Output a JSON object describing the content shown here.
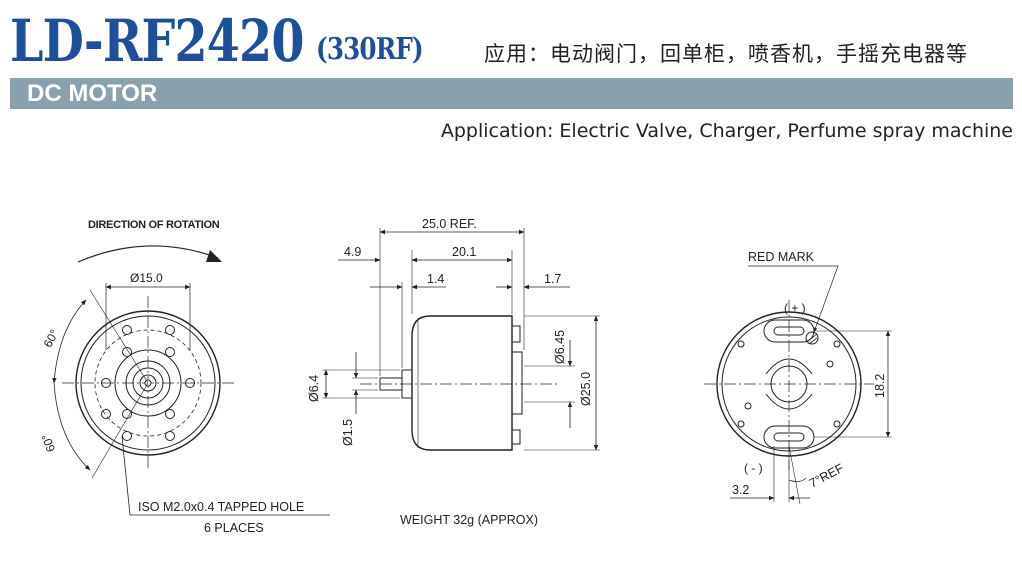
{
  "header": {
    "model": "LD-RF2420",
    "model_sub": "(330RF)",
    "application_cn": "应用：电动阀门，回单柜，喷香机，手摇充电器等",
    "category": "DC MOTOR",
    "application_en": "Application: Electric Valve, Charger, Perfume spray machine",
    "title_color": "#1e4f9a",
    "banner_color": "#8aa0ad"
  },
  "front_view": {
    "direction_label": "DIRECTION OF ROTATION",
    "dia_label": "Ø15.0",
    "angle_top": "60°",
    "angle_bottom": "60°",
    "hole_label": "ISO M2.0x0.4 TAPPED HOLE",
    "places_label": "6 PLACES"
  },
  "side_view": {
    "ref_length": "25.0 REF.",
    "shaft_len": "4.9",
    "body_len": "20.1",
    "boss_len": "1.4",
    "tab_len": "1.7",
    "boss_dia": "Ø6.4",
    "shaft_dia": "Ø1.5",
    "brush_dia": "Ø6.45",
    "body_dia": "Ø25.0",
    "weight": "WEIGHT 32g (APPROX)"
  },
  "rear_view": {
    "red_mark": "RED MARK",
    "plus": "( + )",
    "minus": "( - )",
    "height": "18.2",
    "offset": "3.2",
    "angle_ref": "7°REF"
  }
}
